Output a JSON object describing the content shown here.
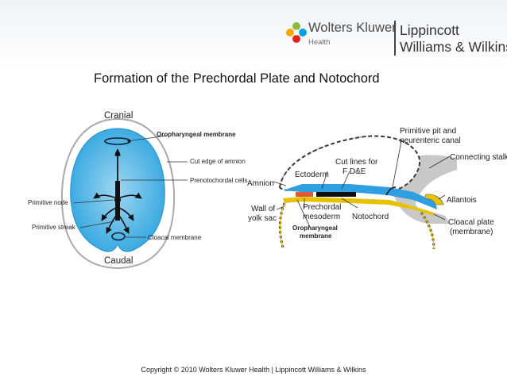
{
  "header": {
    "brand_name": "Wolters Kluwer",
    "brand_sub": "Health",
    "publisher_line1": "Lippincott",
    "publisher_line2": "Williams & Wilkins"
  },
  "title": "Formation of the Prechordal Plate and Notochord",
  "left_figure": {
    "cranial": "Cranial",
    "caudal": "Caudal",
    "oropharyngeal_membrane": "Oropharyngeal membrane",
    "cut_edge_of_amnion": "Cut edge of amnion",
    "prenotochordal_cells": "Prenotochordal cells",
    "primitive_node": "Primitive node",
    "primitive_streak": "Primitive streak",
    "cloacal_membrane": "Cloacal membrane"
  },
  "right_figure": {
    "primitive_pit_line1": "Primitive pit and",
    "primitive_pit_line2": "neurenteric canal",
    "connecting_stalk": "Connecting stalk",
    "cut_lines_line1": "Cut lines for",
    "cut_lines_line2": "F    D&E",
    "ectoderm": "Ectoderm",
    "amnion": "Amnion",
    "allantois": "Allantois",
    "wall_line1": "Wall of",
    "wall_line2": "yolk sac",
    "prechordal_line1": "Prechordal",
    "prechordal_line2": "mesoderm",
    "notochord": "Notochord",
    "cloacal_plate_line1": "Cloacal plate",
    "cloacal_plate_line2": "(membrane)",
    "oropharyngeal_line1": "Oropharyngeal",
    "oropharyngeal_line2": "membrane"
  },
  "footer": {
    "copyright": "Copyright © 2010 Wolters Kluwer Health | Lippincott Williams & Wilkins"
  }
}
